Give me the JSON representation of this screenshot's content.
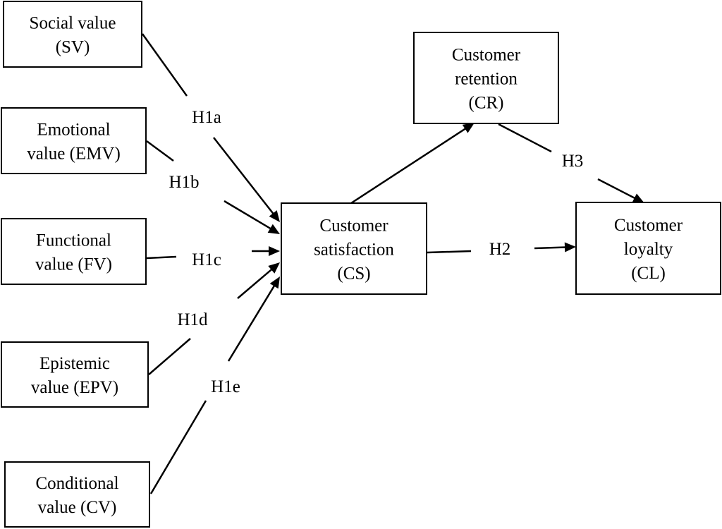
{
  "nodes": {
    "sv": {
      "lines": [
        "Social value",
        "(SV)"
      ]
    },
    "emv": {
      "lines": [
        "Emotional",
        "value (EMV)"
      ]
    },
    "fv": {
      "lines": [
        "Functional",
        "value (FV)"
      ]
    },
    "epv": {
      "lines": [
        "Epistemic",
        "value (EPV)"
      ]
    },
    "cv": {
      "lines": [
        "Conditional",
        "value (CV)"
      ]
    },
    "cs": {
      "lines": [
        "Customer",
        "satisfaction",
        "(CS)"
      ]
    },
    "cr": {
      "lines": [
        "Customer",
        "retention",
        "(CR)"
      ]
    },
    "cl": {
      "lines": [
        "Customer",
        "loyalty",
        "(CL)"
      ]
    }
  },
  "hypotheses": {
    "h1a": "H1a",
    "h1b": "H1b",
    "h1c": "H1c",
    "h1d": "H1d",
    "h1e": "H1e",
    "h2": "H2",
    "h3": "H3"
  },
  "edges": [
    {
      "from": "sv",
      "to": "cs",
      "label": "h1a"
    },
    {
      "from": "emv",
      "to": "cs",
      "label": "h1b"
    },
    {
      "from": "fv",
      "to": "cs",
      "label": "h1c"
    },
    {
      "from": "epv",
      "to": "cs",
      "label": "h1d"
    },
    {
      "from": "cv",
      "to": "cs",
      "label": "h1e"
    },
    {
      "from": "cs",
      "to": "cl",
      "label": "h2"
    },
    {
      "from": "cs",
      "to": "cr",
      "label": null
    },
    {
      "from": "cr",
      "to": "cl",
      "label": "h3"
    }
  ]
}
